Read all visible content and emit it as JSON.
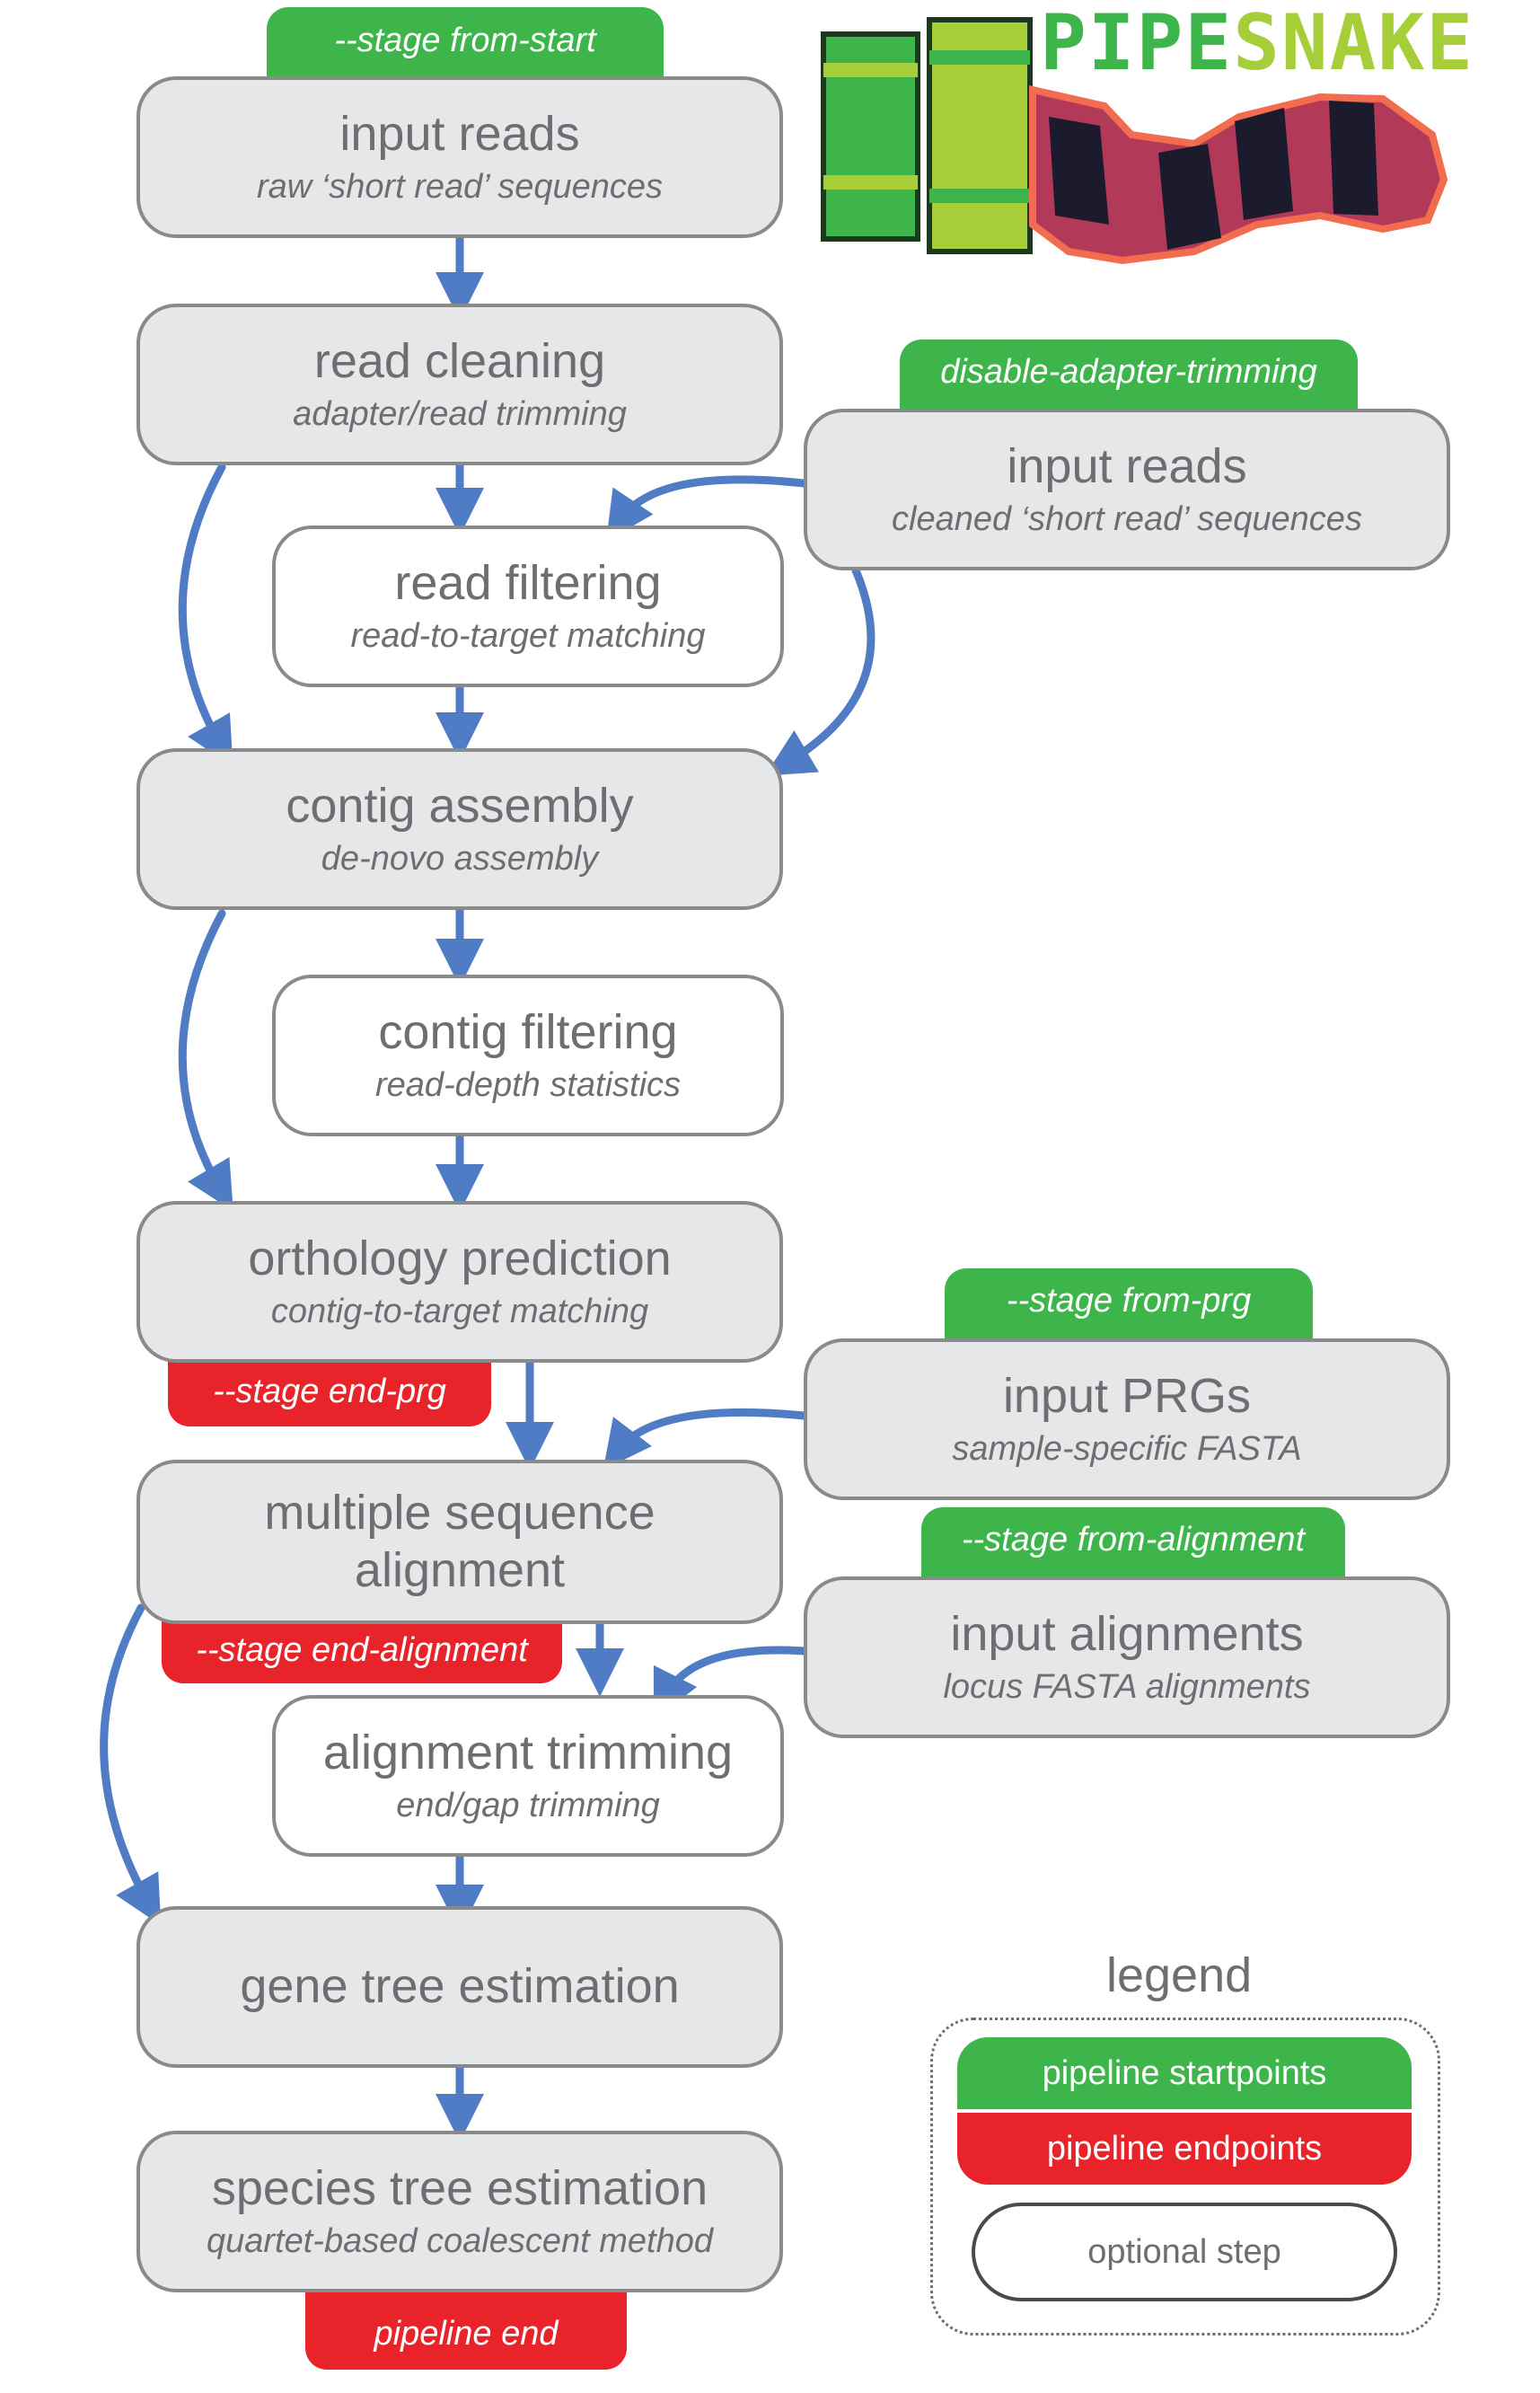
{
  "logo": {
    "part1": "PIPE",
    "part2": "SNAKE",
    "color1": "#3db54a",
    "color2": "#a6ce39"
  },
  "colors": {
    "arrow": "#4f7cc4",
    "start": "#3db54a",
    "end": "#e8232a",
    "box": "#e6e7e8",
    "border": "#8a8a8a",
    "text": "#6d6e71"
  },
  "main_steps": [
    {
      "id": "input-reads",
      "title": "input reads",
      "sub": "raw ‘short read’ sequences",
      "optional": false
    },
    {
      "id": "read-cleaning",
      "title": "read cleaning",
      "sub": "adapter/read trimming",
      "optional": false
    },
    {
      "id": "read-filtering",
      "title": "read filtering",
      "sub": "read-to-target matching",
      "optional": true
    },
    {
      "id": "contig-assembly",
      "title": "contig assembly",
      "sub": "de-novo assembly",
      "optional": false
    },
    {
      "id": "contig-filtering",
      "title": "contig filtering",
      "sub": "read-depth statistics",
      "optional": true
    },
    {
      "id": "orthology-prediction",
      "title": "orthology prediction",
      "sub": "contig-to-target matching",
      "optional": false
    },
    {
      "id": "multiple-sequence-alignment",
      "title": "multiple sequence alignment",
      "sub": "",
      "optional": false
    },
    {
      "id": "alignment-trimming",
      "title": "alignment trimming",
      "sub": "end/gap trimming",
      "optional": true
    },
    {
      "id": "gene-tree-estimation",
      "title": "gene tree estimation",
      "sub": "",
      "optional": false
    },
    {
      "id": "species-tree-estimation",
      "title": "species tree estimation",
      "sub": "quartet-based coalescent method",
      "optional": false
    }
  ],
  "side_inputs": [
    {
      "id": "input-cleaned-reads",
      "title": "input reads",
      "sub": "cleaned ‘short read’ sequences"
    },
    {
      "id": "input-prgs",
      "title": "input PRGs",
      "sub": "sample-specific FASTA"
    },
    {
      "id": "input-alignments",
      "title": "input alignments",
      "sub": "locus FASTA alignments"
    }
  ],
  "start_tags": [
    "--stage from-start",
    "disable-adapter-trimming",
    "--stage from-prg",
    "--stage from-alignment"
  ],
  "end_tags": [
    "--stage end-prg",
    "--stage end-alignment",
    "pipeline end"
  ],
  "legend": {
    "title": "legend",
    "startpoints": "pipeline startpoints",
    "endpoints": "pipeline endpoints",
    "optional": "optional step"
  }
}
